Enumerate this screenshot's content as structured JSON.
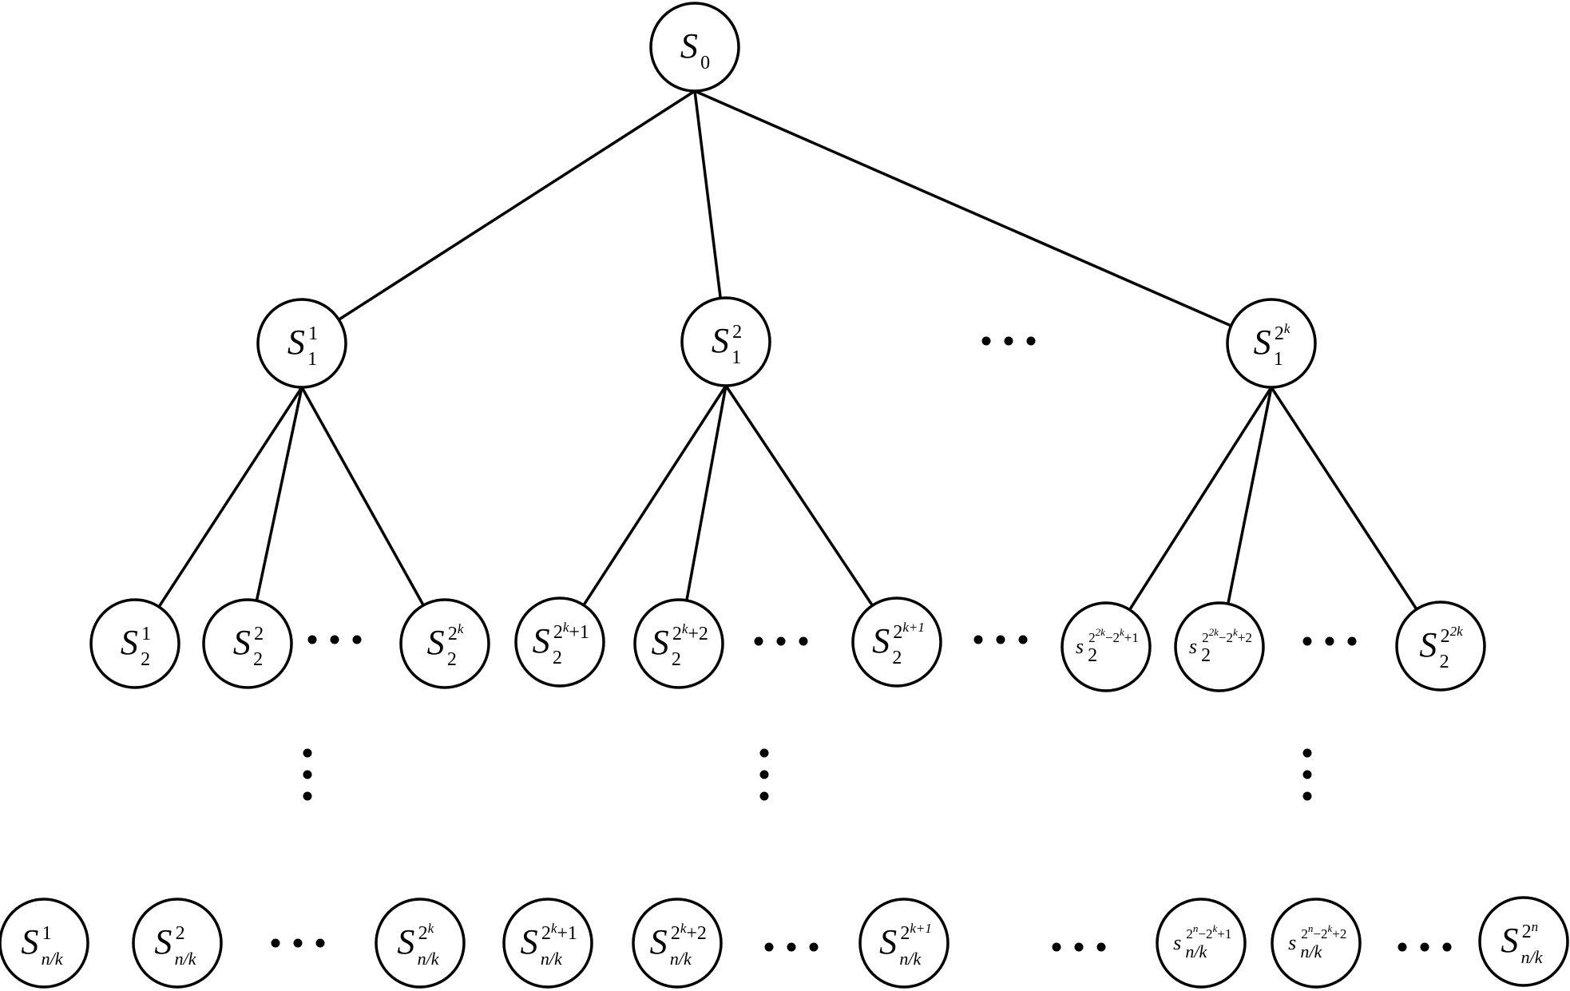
{
  "diagram": {
    "root": {
      "id": "r",
      "base": "S",
      "sub": "0",
      "sup": ""
    },
    "levels": [
      {
        "id": "level-1",
        "nodes": [
          {
            "id": "a1",
            "parent": "r",
            "base": "S",
            "sub": "1",
            "sup": "1"
          },
          {
            "id": "a2",
            "parent": "r",
            "base": "S",
            "sub": "1",
            "sup": "2"
          },
          {
            "id": "a3",
            "parent": "r",
            "base": "S",
            "sub": "1",
            "sup": "2^k"
          }
        ]
      },
      {
        "id": "level-2",
        "nodes": [
          {
            "id": "b1",
            "parent": "a1",
            "base": "S",
            "sub": "2",
            "sup": "1"
          },
          {
            "id": "b2",
            "parent": "a1",
            "base": "S",
            "sub": "2",
            "sup": "2"
          },
          {
            "id": "b3",
            "parent": "a1",
            "base": "S",
            "sub": "2",
            "sup": "2^k"
          },
          {
            "id": "b4",
            "parent": "a2",
            "base": "S",
            "sub": "2",
            "sup": "2^k+1"
          },
          {
            "id": "b5",
            "parent": "a2",
            "base": "S",
            "sub": "2",
            "sup": "2^k+2"
          },
          {
            "id": "b6",
            "parent": "a2",
            "base": "S",
            "sub": "2",
            "sup": "2^{k+1}"
          },
          {
            "id": "b7",
            "parent": "a3",
            "base": "s",
            "sub": "2",
            "sup": "2^{2k}−2^k+1"
          },
          {
            "id": "b8",
            "parent": "a3",
            "base": "s",
            "sub": "2",
            "sup": "2^{2k}−2^k+2"
          },
          {
            "id": "b9",
            "parent": "a3",
            "base": "S",
            "sub": "2",
            "sup": "2^{2k}"
          }
        ]
      },
      {
        "id": "level-n-over-k",
        "nodes": [
          {
            "id": "c1",
            "parent": "",
            "base": "S",
            "sub": "n/k",
            "sup": "1"
          },
          {
            "id": "c2",
            "parent": "",
            "base": "S",
            "sub": "n/k",
            "sup": "2"
          },
          {
            "id": "c3",
            "parent": "",
            "base": "S",
            "sub": "n/k",
            "sup": "2^k"
          },
          {
            "id": "c4",
            "parent": "",
            "base": "S",
            "sub": "n/k",
            "sup": "2^k+1"
          },
          {
            "id": "c5",
            "parent": "",
            "base": "S",
            "sub": "n/k",
            "sup": "2^k+2"
          },
          {
            "id": "c6",
            "parent": "",
            "base": "S",
            "sub": "n/k",
            "sup": "2^{k+1}"
          },
          {
            "id": "c7",
            "parent": "",
            "base": "s",
            "sub": "n/k",
            "sup": "2^n−2^k+1"
          },
          {
            "id": "c8",
            "parent": "",
            "base": "s",
            "sub": "n/k",
            "sup": "2^n−2^k+2"
          },
          {
            "id": "c9",
            "parent": "",
            "base": "S",
            "sub": "n/k",
            "sup": "2^n"
          }
        ]
      }
    ],
    "ellipsis": "…",
    "vertical_ellipsis": "⋮"
  }
}
